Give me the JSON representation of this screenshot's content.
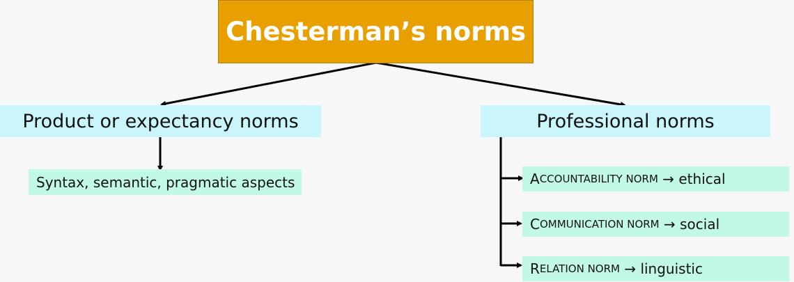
{
  "title": "Chesterman’s norms",
  "branches": {
    "product": {
      "label": "Product or expectancy norms",
      "child": "Syntax, semantic, pragmatic aspects"
    },
    "professional": {
      "label": "Professional norms",
      "children": [
        {
          "initial": "A",
          "rest": "CCOUNTABILITY NORM",
          "result": "→ ethical"
        },
        {
          "initial": "C",
          "rest": "OMMUNICATION NORM",
          "result": "→ social"
        },
        {
          "initial": "R",
          "rest": "ELATION NORM",
          "result": "→ linguistic"
        }
      ]
    }
  },
  "colors": {
    "title_fill": "#e8a000",
    "level1_fill": "#c9f5fb",
    "level2_fill": "#c2f8e6"
  }
}
